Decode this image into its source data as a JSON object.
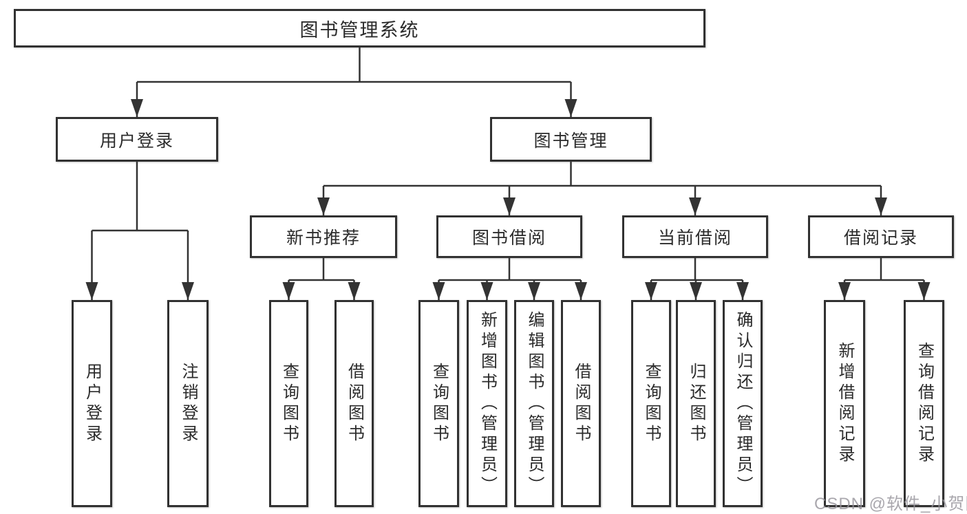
{
  "diagram": {
    "root": {
      "label": "图书管理系统"
    },
    "user_login": {
      "label": "用户登录",
      "children": [
        {
          "label": "用户登录"
        },
        {
          "label": "注销登录"
        }
      ]
    },
    "book_mgmt": {
      "label": "图书管理",
      "sections": [
        {
          "label": "新书推荐",
          "children": [
            {
              "label": "查询图书"
            },
            {
              "label": "借阅图书"
            }
          ]
        },
        {
          "label": "图书借阅",
          "children": [
            {
              "label": "查询图书"
            },
            {
              "label": "新增图书（管理员）"
            },
            {
              "label": "编辑图书（管理员）"
            },
            {
              "label": "借阅图书"
            }
          ]
        },
        {
          "label": "当前借阅",
          "children": [
            {
              "label": "查询图书"
            },
            {
              "label": "归还图书"
            },
            {
              "label": "确认归还（管理员）"
            }
          ]
        },
        {
          "label": "借阅记录",
          "children": [
            {
              "label": "新增借阅记录"
            },
            {
              "label": "查询借阅记录"
            }
          ]
        }
      ]
    },
    "colors": {
      "line": "#333333",
      "box_border": "#313131",
      "text": "#2b2b2b",
      "background": "#ffffff",
      "watermark": "#96949b"
    },
    "watermark": "CSDN @软件_小贺同学"
  }
}
